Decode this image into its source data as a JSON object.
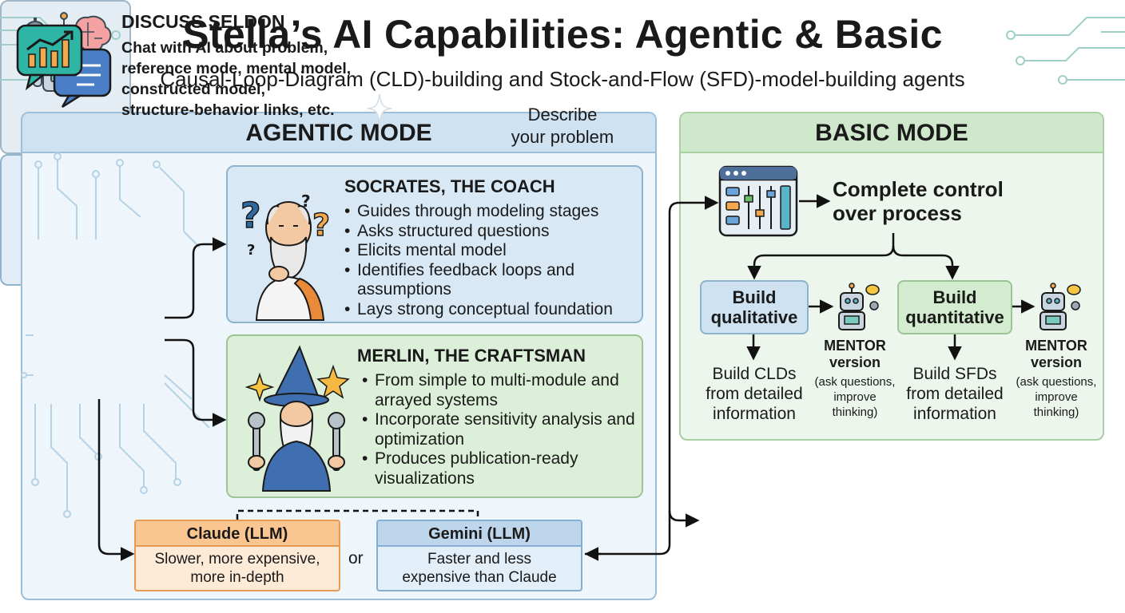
{
  "header": {
    "title": "Stella’s AI Capabilities: Agentic & Basic",
    "subtitle": "Causal-Loop-Diagram (CLD)-building and Stock-and-Flow (SFD)-model-building agents"
  },
  "agentic": {
    "title": "AGENTIC MODE",
    "describe": [
      "Describe",
      "your problem"
    ],
    "socrates": {
      "title": "SOCRATES, THE COACH",
      "items": [
        "Guides through modeling stages",
        "Asks structured questions",
        "Elicits mental model",
        "Identifies feedback loops and assumptions",
        "Lays strong conceptual foundation"
      ]
    },
    "merlin": {
      "title": "MERLIN, THE CRAFTSMAN",
      "items": [
        "From simple to multi-module and arrayed systems",
        "Incorporate sensitivity analysis and optimization",
        "Produces publication-ready visualizations"
      ]
    },
    "claude": {
      "title": "Claude (LLM)",
      "lines": [
        "Slower, more expensive,",
        "more in-depth"
      ]
    },
    "or": "or",
    "gemini": {
      "title": "Gemini (LLM)",
      "lines": [
        "Faster and less",
        "expensive than Claude"
      ]
    }
  },
  "basic": {
    "title": "BASIC MODE",
    "control": [
      "Complete control",
      "over process"
    ],
    "qualitative": {
      "label": [
        "Build",
        "qualitative"
      ],
      "result": [
        "Build CLDs",
        "from detailed",
        "information"
      ]
    },
    "quantitative": {
      "label": [
        "Build",
        "quantitative"
      ],
      "result": [
        "Build SFDs",
        "from detailed",
        "information"
      ]
    },
    "mentor": {
      "label": [
        "MENTOR",
        "version"
      ],
      "note": [
        "(ask questions,",
        "improve",
        "thinking)"
      ]
    }
  },
  "seldon": {
    "title": "DISCUSS SELDON",
    "lines": [
      "Chat with AI about problem,",
      "reference mode, mental model,",
      "constructed model,",
      "structure-behavior links, etc."
    ]
  },
  "colors": {
    "agentic_bg": "#eef5fb",
    "agentic_header": "#cfe2f2",
    "basic_bg": "#edf6ec",
    "basic_header": "#cfe8cb",
    "claude": "#f9c590",
    "gemini": "#bdd6ec"
  }
}
